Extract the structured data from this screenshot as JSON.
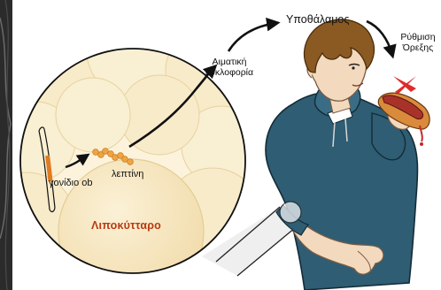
{
  "labels": {
    "gene": "γονίδιο ob",
    "leptin": "λεπτίνη",
    "fat_cell": "Λιποκύτταρο",
    "blood_circulation_line1": "Αιματική",
    "blood_circulation_line2": "κυκλοφορία",
    "hypothalamus": "Υποθάλαμος",
    "appetite_line1": "Ρύθμιση",
    "appetite_line2": "Όρεξης"
  },
  "icons": [
    "fat-cell-magnifier-icon",
    "dna-strand-icon",
    "leptin-molecule-icon",
    "person-eating-hotdog-icon",
    "arrow-icon"
  ],
  "colors": {
    "fat_cell_fill": "#f7e8c0",
    "fat_label": "#b73a12",
    "leptin": "#f0a441",
    "gene_marker": "#e07b22",
    "hoodie": "#2f5d73",
    "hair": "#8a5a22",
    "skin": "#f3d9bd",
    "inhibit_mark": "#e12a2a"
  }
}
